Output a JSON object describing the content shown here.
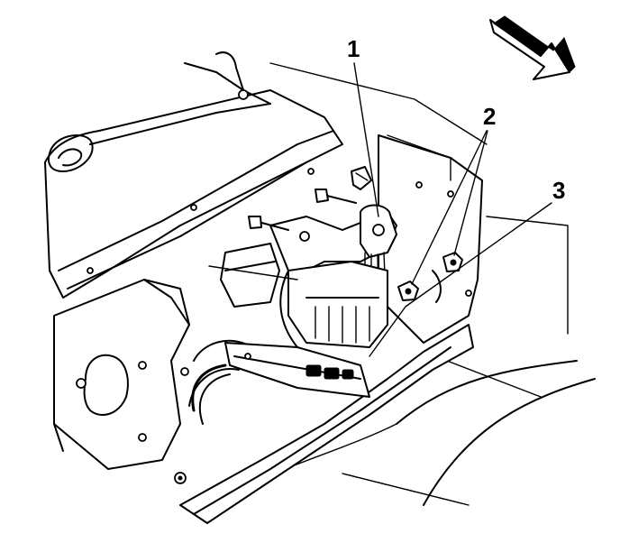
{
  "callouts": [
    {
      "label": "1"
    },
    {
      "label": "2"
    },
    {
      "label": "3"
    }
  ],
  "icons": {
    "direction_arrow": "forward-direction-arrow-icon"
  }
}
